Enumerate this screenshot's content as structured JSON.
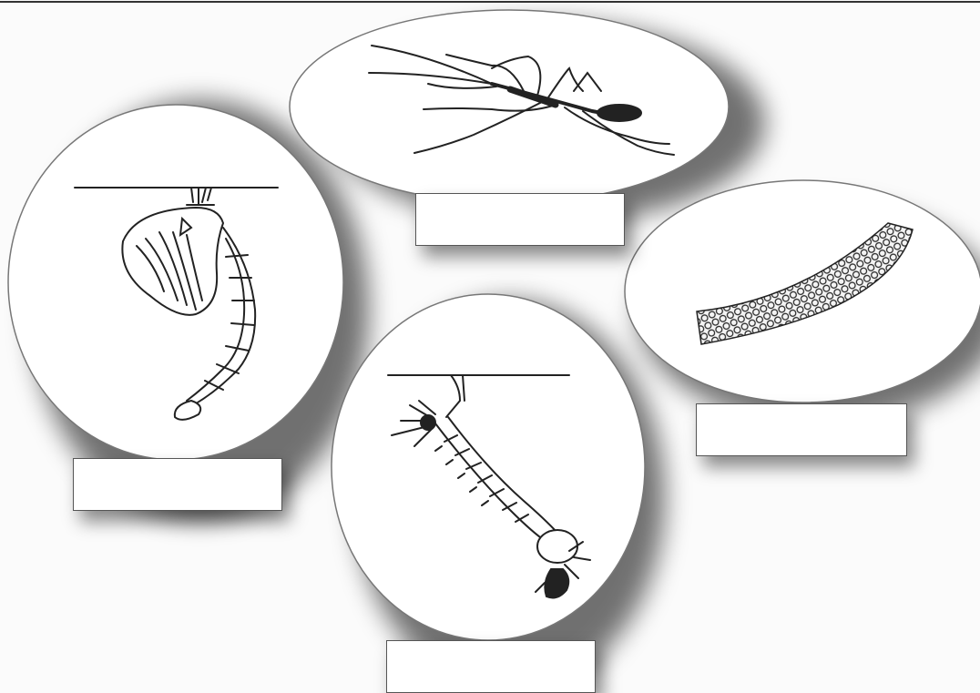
{
  "diagram": {
    "stages": [
      {
        "id": "adult",
        "icon": "adult-mosquito-icon",
        "label": ""
      },
      {
        "id": "pupa",
        "icon": "pupa-icon",
        "label": ""
      },
      {
        "id": "eggs",
        "icon": "egg-raft-icon",
        "label": ""
      },
      {
        "id": "larva",
        "icon": "larva-icon",
        "label": ""
      }
    ],
    "colors": {
      "line": "#222222",
      "oval_fill": "#ffffff",
      "shadow": "#000000",
      "background": "#fbfbfb"
    }
  }
}
